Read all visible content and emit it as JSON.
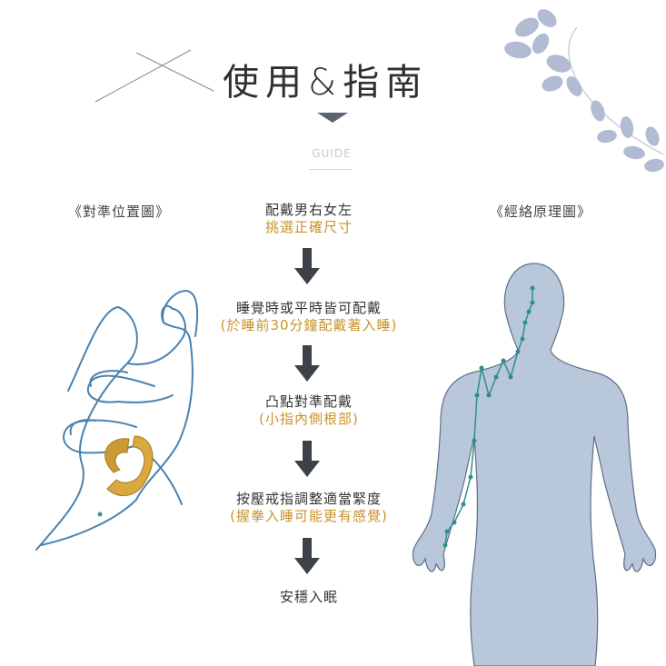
{
  "header": {
    "title": "使用&指南",
    "subtitle": "GUIDE"
  },
  "left_caption": "《對準位置圖》",
  "right_caption": "《經絡原理圖》",
  "steps": [
    {
      "main": "配戴男右女左",
      "sub": "挑選正確尺寸"
    },
    {
      "main": "睡覺時或平時皆可配戴",
      "sub": "(於睡前30分鐘配戴著入睡)"
    },
    {
      "main": "凸點對準配戴",
      "sub": "(小指內側根部)"
    },
    {
      "main": "按壓戒指調整適當緊度",
      "sub": "(握拳入睡可能更有感覺)"
    },
    {
      "main": "安穩入眠",
      "sub": ""
    }
  ],
  "colors": {
    "accent_gold": "#c9932a",
    "arrow": "#3d4148",
    "body_fill": "#b9c7da",
    "meridian": "#2f8f8c",
    "hand_line": "#4a82b0",
    "leaf": "#a7b3cc"
  }
}
